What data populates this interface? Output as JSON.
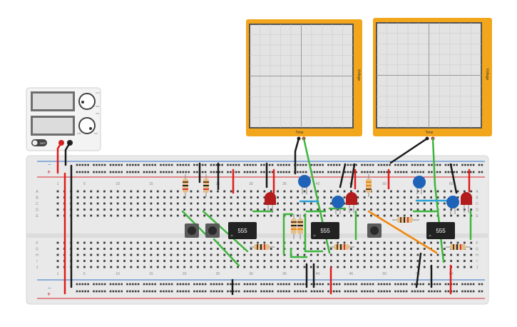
{
  "power_supply": {
    "display_top": "",
    "display_bottom": "",
    "knob_top_labels": [
      "Curr",
      "Volt",
      "Max"
    ],
    "knob_bottom_labels": [
      "0.5V",
      "10V"
    ],
    "switch_label": "OFF"
  },
  "oscilloscopes": [
    {
      "y_label": "Voltage",
      "x_label": "Time"
    },
    {
      "y_label": "Voltage",
      "x_label": "Time"
    }
  ],
  "breadboard": {
    "row_labels": [
      "A",
      "B",
      "C",
      "D",
      "E",
      "F",
      "G",
      "H",
      "I",
      "J"
    ],
    "column_numbers": [
      "1",
      "5",
      "10",
      "15",
      "20",
      "25",
      "30",
      "35",
      "40",
      "45",
      "50",
      "55",
      "60"
    ],
    "rail_plus": "+",
    "rail_minus": "−"
  },
  "ic_labels": [
    "555",
    "555",
    "555"
  ],
  "colors": {
    "breadboard": "#e9e9e9",
    "rail_red": "#d9282b",
    "rail_blue": "#2e74c9",
    "wire_red": "#e01b1b",
    "wire_black": "#1a1a1a",
    "wire_green": "#3db53d",
    "wire_blue": "#2aa0d6",
    "wire_orange": "#f0870f",
    "scope_frame": "#f2a61b",
    "led_red": "#b21c1c",
    "capacitor_blue": "#1e63b8"
  }
}
